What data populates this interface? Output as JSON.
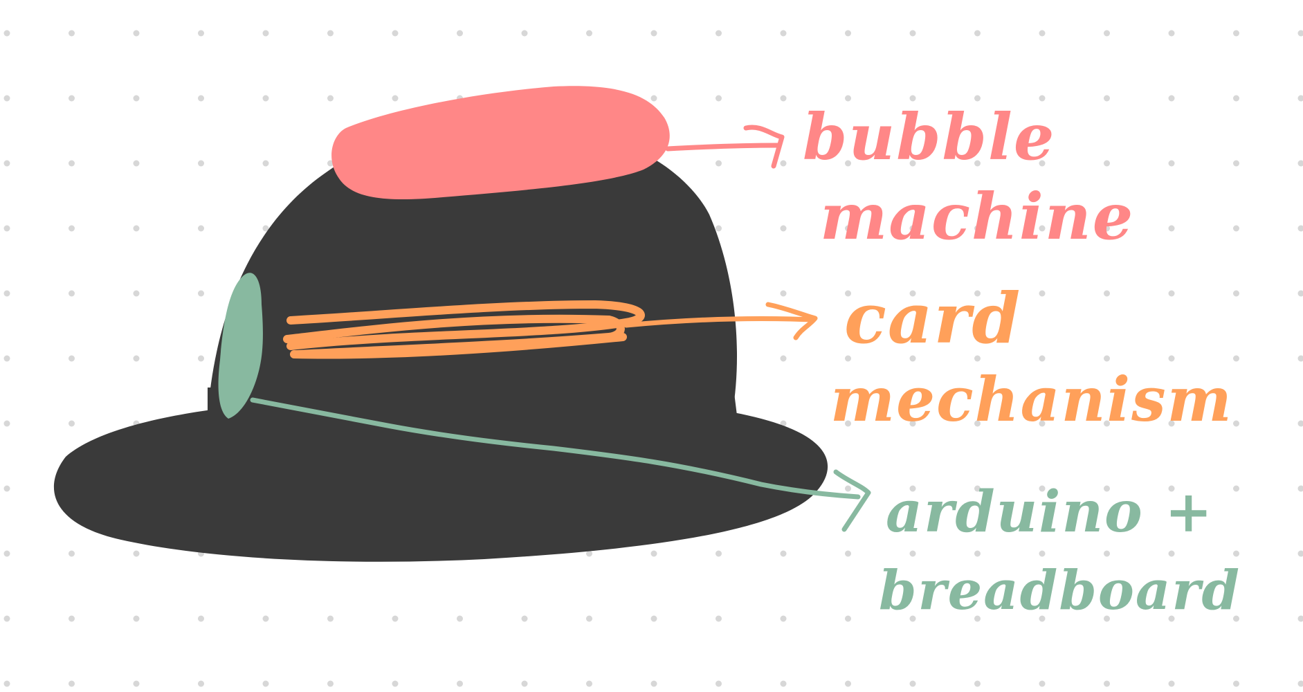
{
  "colors": {
    "background": "#ffffff",
    "grid_dot": "#d7d7d7",
    "hat": "#3a3a3a",
    "bubble": "#ff8787",
    "card": "#ffa05a",
    "arduino": "#88b9a0"
  },
  "labels": {
    "bubble": {
      "line1": "bubble",
      "line2": "machine"
    },
    "card": {
      "line1": "card",
      "line2": "mechanism"
    },
    "arduino": {
      "line1": "arduino +",
      "line2": "breadboard"
    }
  },
  "icons": {
    "hat": "bowler-hat",
    "bubble": "bubble-machine-blob",
    "card": "card-mechanism-scribble",
    "arduino": "arduino-blob"
  }
}
